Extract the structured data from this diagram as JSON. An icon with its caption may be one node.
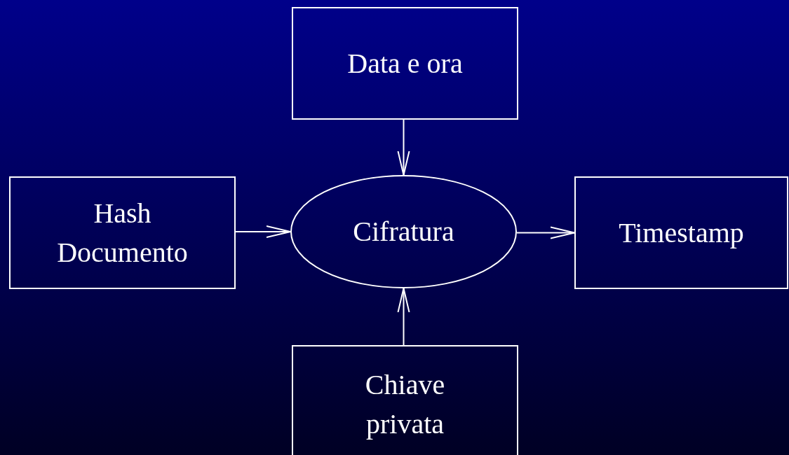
{
  "diagram": {
    "nodes": [
      {
        "text": [
          "Data e ora"
        ]
      },
      {
        "text": [
          "Hash Documento"
        ]
      },
      {
        "text": [
          "Cifratura"
        ]
      },
      {
        "text": [
          "Timestamp"
        ]
      },
      {
        "text": [
          "Chiave privata"
        ]
      }
    ],
    "edges": [
      {
        "from": 0,
        "to": 2,
        "arrow": "to"
      },
      {
        "from": 1,
        "to": 2,
        "arrow": "to"
      },
      {
        "from": 2,
        "to": 3,
        "arrow": "to"
      },
      {
        "from": 4,
        "to": 2,
        "arrow": "to"
      }
    ]
  }
}
